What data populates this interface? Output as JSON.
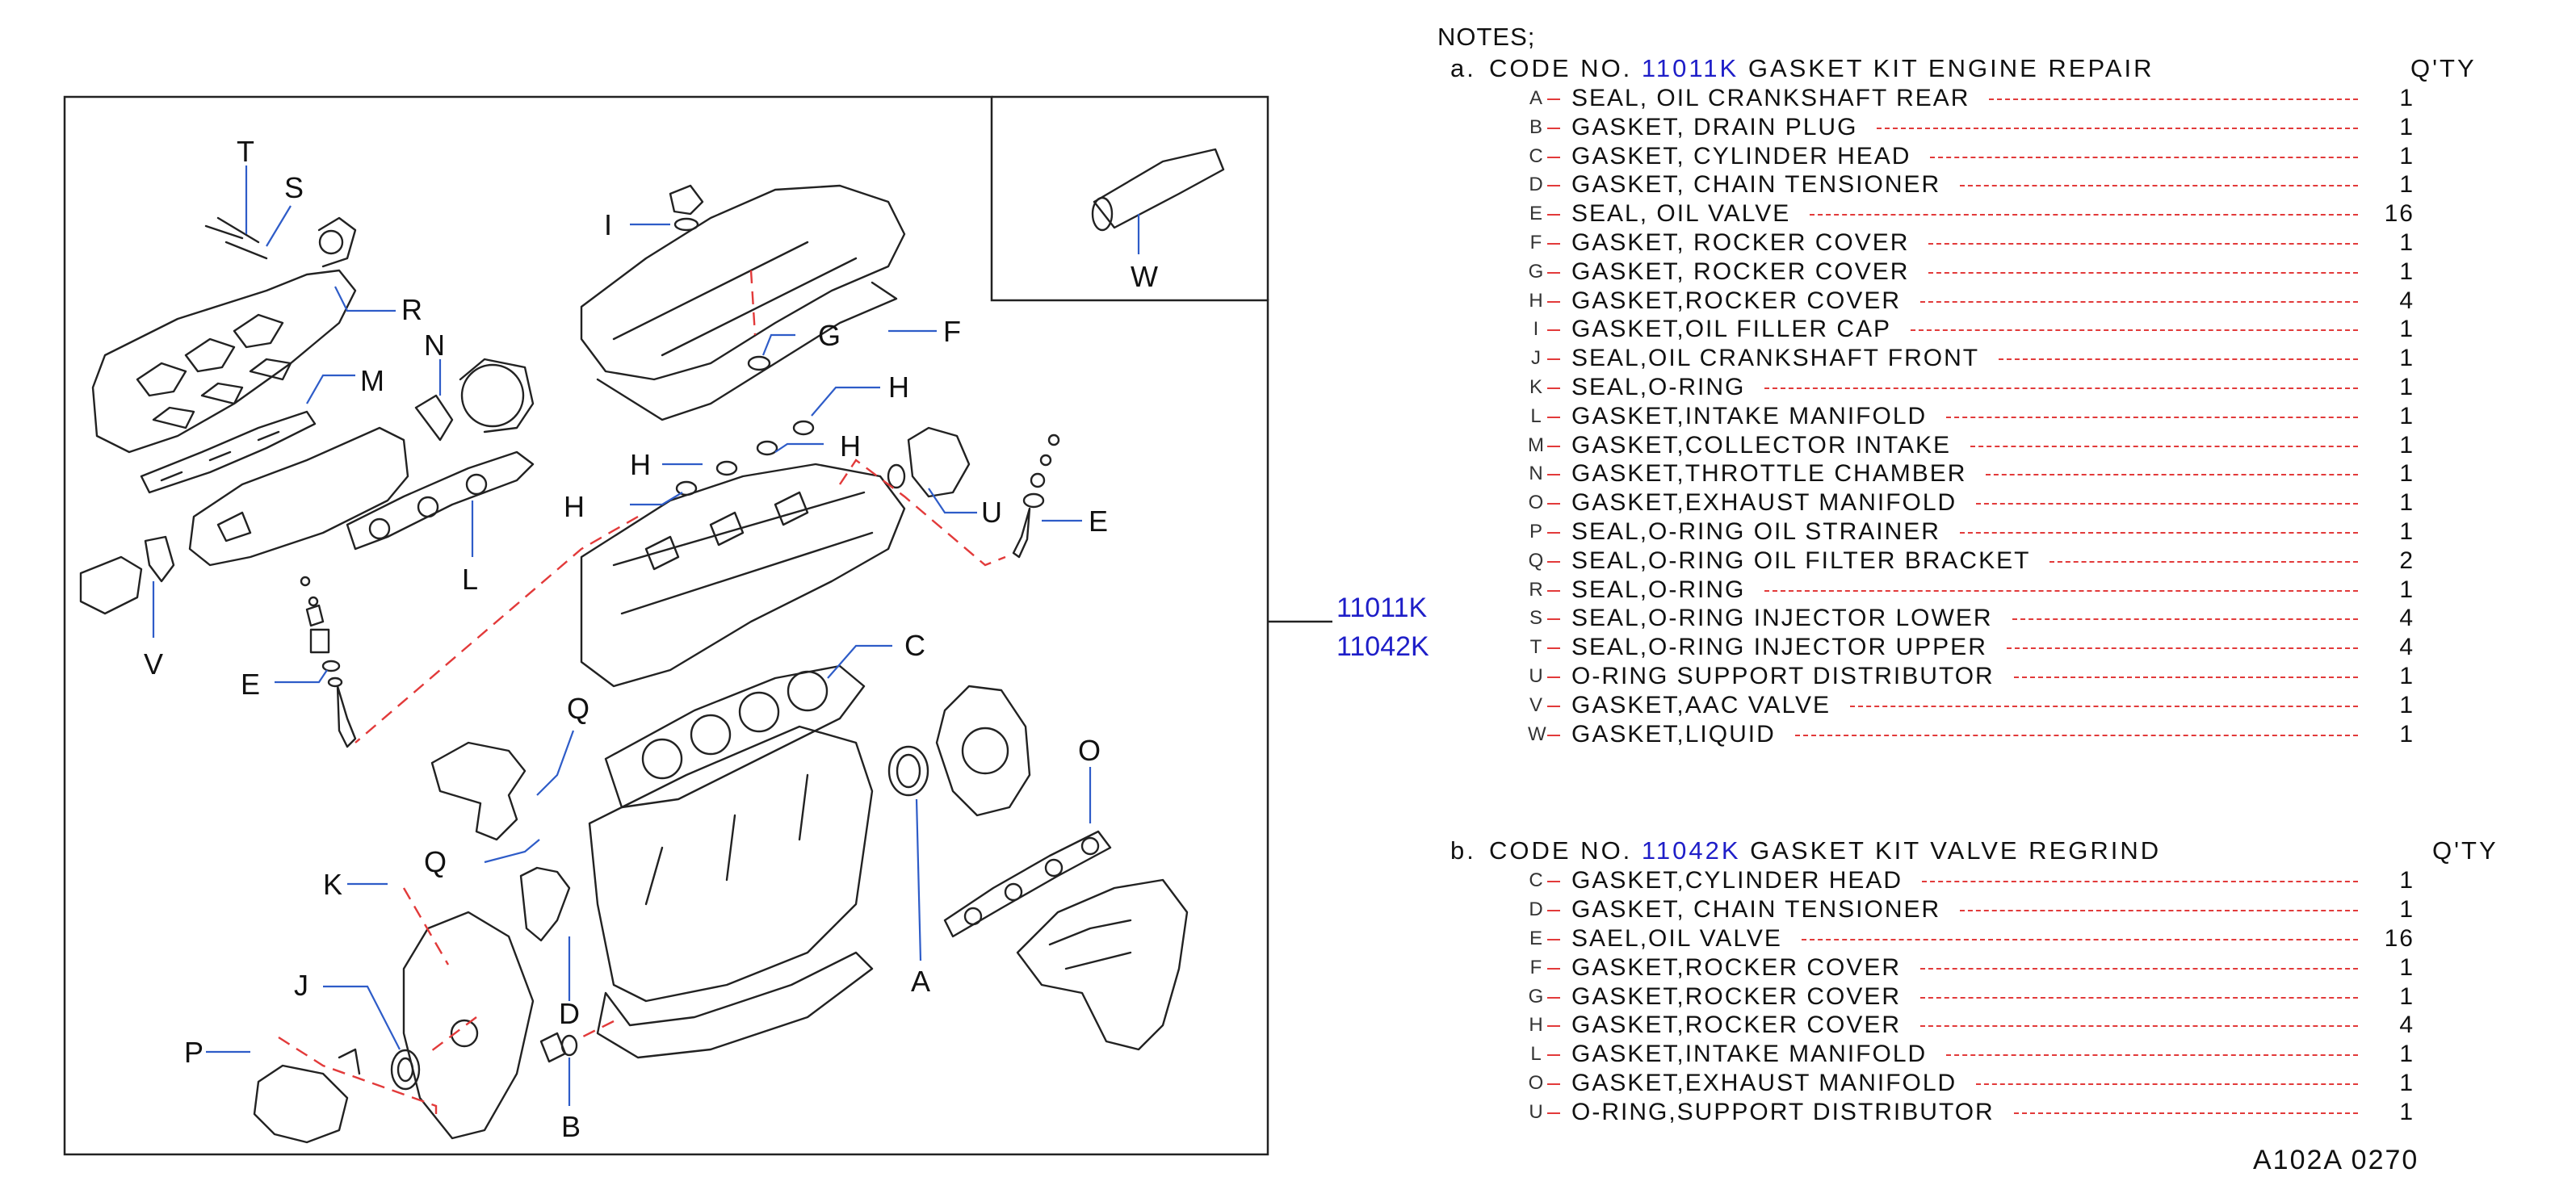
{
  "notes": {
    "title": "NOTES;",
    "kit_a": {
      "label": "a.",
      "code_prefix": "CODE  NO.",
      "code": "11011K",
      "name": "GASKET  KIT  ENGINE  REPAIR",
      "qty_header": "Q'TY",
      "items": [
        {
          "key": "A",
          "desc": "SEAL,  OIL  CRANKSHAFT  REAR",
          "qty": "1"
        },
        {
          "key": "B",
          "desc": "GASKET,  DRAIN  PLUG",
          "qty": "1"
        },
        {
          "key": "C",
          "desc": "GASKET,  CYLINDER  HEAD",
          "qty": "1"
        },
        {
          "key": "D",
          "desc": "GASKET,  CHAIN  TENSIONER",
          "qty": "1"
        },
        {
          "key": "E",
          "desc": "SEAL,  OIL  VALVE",
          "qty": "16"
        },
        {
          "key": "F",
          "desc": "GASKET,  ROCKER  COVER",
          "qty": "1"
        },
        {
          "key": "G",
          "desc": "GASKET,  ROCKER  COVER",
          "qty": "1"
        },
        {
          "key": "H",
          "desc": "GASKET,ROCKER  COVER",
          "qty": "4"
        },
        {
          "key": "I",
          "desc": "GASKET,OIL  FILLER  CAP",
          "qty": "1"
        },
        {
          "key": "J",
          "desc": "SEAL,OIL  CRANKSHAFT  FRONT",
          "qty": "1"
        },
        {
          "key": "K",
          "desc": "SEAL,O-RING",
          "qty": "1"
        },
        {
          "key": "L",
          "desc": "GASKET,INTAKE  MANIFOLD",
          "qty": "1"
        },
        {
          "key": "M",
          "desc": "GASKET,COLLECTOR  INTAKE",
          "qty": "1"
        },
        {
          "key": "N",
          "desc": "GASKET,THROTTLE  CHAMBER",
          "qty": "1"
        },
        {
          "key": "O",
          "desc": "GASKET,EXHAUST  MANIFOLD",
          "qty": "1"
        },
        {
          "key": "P",
          "desc": "SEAL,O-RING  OIL  STRAINER",
          "qty": "1"
        },
        {
          "key": "Q",
          "desc": "SEAL,O-RING  OIL  FILTER  BRACKET",
          "qty": "2"
        },
        {
          "key": "R",
          "desc": "SEAL,O-RING",
          "qty": "1"
        },
        {
          "key": "S",
          "desc": "SEAL,O-RING  INJECTOR  LOWER",
          "qty": "4"
        },
        {
          "key": "T",
          "desc": "SEAL,O-RING  INJECTOR  UPPER",
          "qty": "4"
        },
        {
          "key": "U",
          "desc": "O-RING  SUPPORT  DISTRIBUTOR",
          "qty": "1"
        },
        {
          "key": "V",
          "desc": "GASKET,AAC  VALVE",
          "qty": "1"
        },
        {
          "key": "W",
          "desc": "GASKET,LIQUID",
          "qty": "1"
        }
      ]
    },
    "kit_b": {
      "label": "b.",
      "code_prefix": "CODE  NO.",
      "code": "11042K",
      "name": "GASKET  KIT  VALVE  REGRIND",
      "qty_header": "Q'TY",
      "items": [
        {
          "key": "C",
          "desc": "GASKET,CYLINDER  HEAD",
          "qty": "1"
        },
        {
          "key": "D",
          "desc": "GASKET,  CHAIN  TENSIONER",
          "qty": "1"
        },
        {
          "key": "E",
          "desc": "SAEL,OIL  VALVE",
          "qty": "16"
        },
        {
          "key": "F",
          "desc": "GASKET,ROCKER  COVER",
          "qty": "1"
        },
        {
          "key": "G",
          "desc": "GASKET,ROCKER  COVER",
          "qty": "1"
        },
        {
          "key": "H",
          "desc": "GASKET,ROCKER  COVER",
          "qty": "4"
        },
        {
          "key": "L",
          "desc": "GASKET,INTAKE  MANIFOLD",
          "qty": "1"
        },
        {
          "key": "O",
          "desc": "GASKET,EXHAUST  MANIFOLD",
          "qty": "1"
        },
        {
          "key": "U",
          "desc": "O-RING,SUPPORT  DISTRIBUTOR",
          "qty": "1"
        }
      ]
    }
  },
  "diagram": {
    "kit_links": [
      "11011K",
      "11042K"
    ],
    "callouts": {
      "T": "T",
      "S": "S",
      "R": "R",
      "N": "N",
      "M": "M",
      "L": "L",
      "V": "V",
      "E1": "E",
      "I": "I",
      "G": "G",
      "F": "F",
      "H1": "H",
      "H2": "H",
      "H3": "H",
      "H4": "H",
      "U": "U",
      "E2": "E",
      "C": "C",
      "Q1": "Q",
      "Q2": "Q",
      "K": "K",
      "J": "J",
      "P": "P",
      "D": "D",
      "B": "B",
      "A": "A",
      "O": "O",
      "W": "W"
    }
  },
  "ref_code": "A102A  0270",
  "colors": {
    "link": "#1e1ec8",
    "leader": "#2e5cc8",
    "guide": "#e23a3a"
  }
}
